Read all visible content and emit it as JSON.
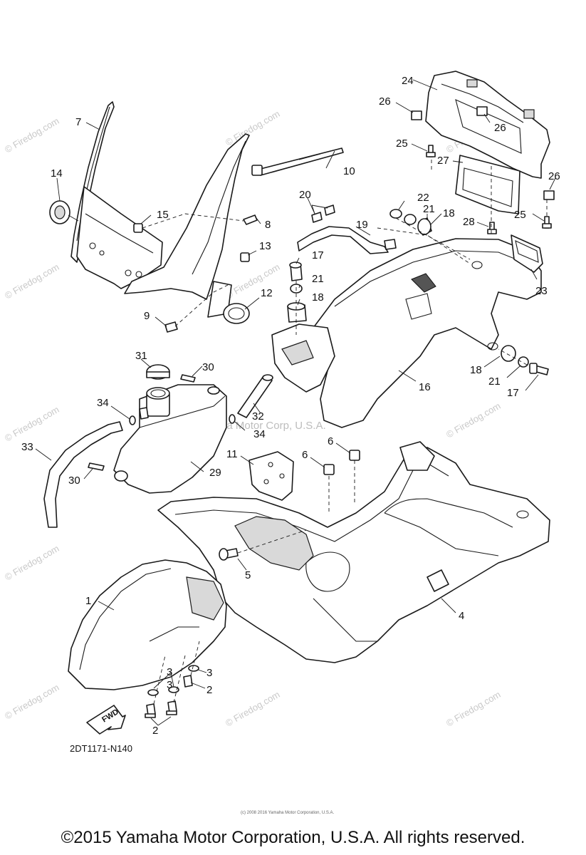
{
  "diagram_code": "2DT1171-N140",
  "fwd_label": "FWD",
  "center_watermark": "Yamaha Motor Corp, U.S.A.",
  "site_watermark": "© Firedog.com",
  "tiny_credit": "(c) 2008 2016 Yamaha Motor Corporation, U.S.A.",
  "copyright": "©2015 Yamaha Motor Corporation, U.S.A. All rights reserved.",
  "callouts": {
    "c1": "1",
    "c2a": "2",
    "c2b": "2",
    "c3a": "3",
    "c3b": "3",
    "c3c": "3",
    "c4": "4",
    "c5": "5",
    "c6a": "6",
    "c6b": "6",
    "c7": "7",
    "c8": "8",
    "c9": "9",
    "c10": "10",
    "c11": "11",
    "c12": "12",
    "c13": "13",
    "c14": "14",
    "c15": "15",
    "c16": "16",
    "c17a": "17",
    "c17b": "17",
    "c18a": "18",
    "c18b": "18",
    "c18c": "18",
    "c19": "19",
    "c20": "20",
    "c21a": "21",
    "c21b": "21",
    "c21c": "21",
    "c22": "22",
    "c23": "23",
    "c24": "24",
    "c25a": "25",
    "c25b": "25",
    "c26a": "26",
    "c26b": "26",
    "c26c": "26",
    "c27": "27",
    "c28": "28",
    "c29": "29",
    "c30a": "30",
    "c30b": "30",
    "c31": "31",
    "c32": "32",
    "c33": "33",
    "c34a": "34",
    "c34b": "34"
  }
}
